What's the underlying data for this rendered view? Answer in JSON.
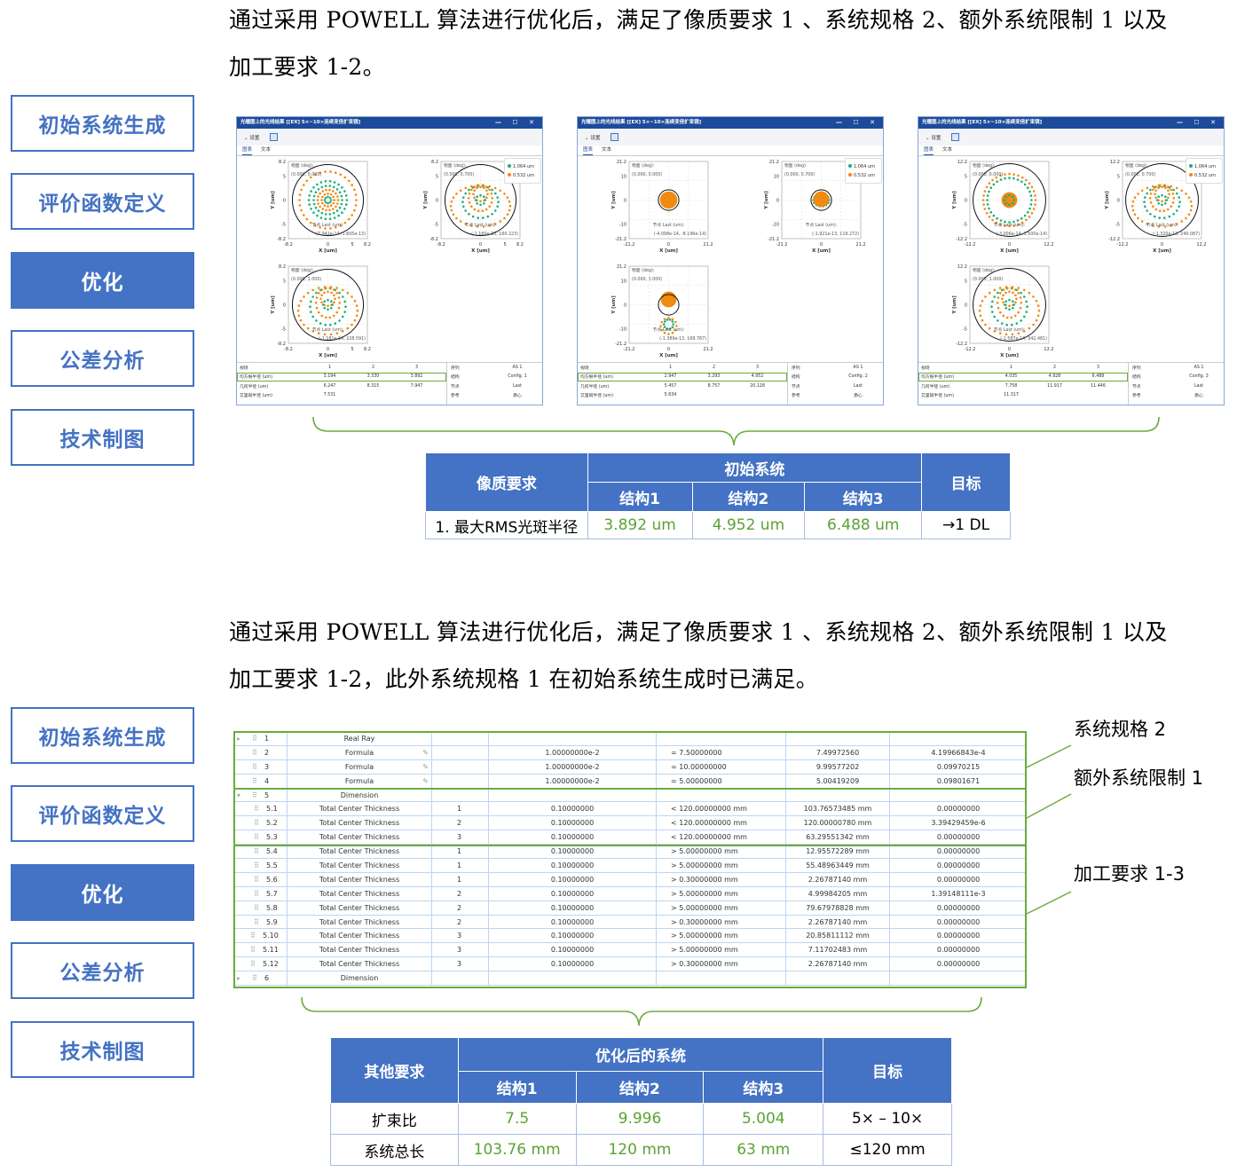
{
  "section1": {
    "para_line1": "通过采用 POWELL 算法进行优化后，满足了像质要求  1  、系统规格  2、额外系统限制 1 以及",
    "para_line2": "加工要求  1-2。"
  },
  "section2": {
    "para_line1": "通过采用 POWELL 算法进行优化后，满足了像质要求  1  、系统规格  2、额外系统限制 1 以及",
    "para_line2": "加工要求  1-2，此外系统规格 1 在初始系统生成时已满足。"
  },
  "nav": {
    "items": [
      "初始系统生成",
      "评价函数定义",
      "优化",
      "公差分析",
      "技术制图"
    ],
    "active": "优化"
  },
  "colors": {
    "accent": "#4472c4",
    "highlight_green": "#6aab3c",
    "value_green": "#5aa333",
    "spot_green": "#1aaf7e",
    "spot_orange": "#f08a10",
    "title_bar": "#1d4b9b"
  },
  "windows": [
    {
      "title": "光瞳图上的光线结果 [[EX] 5×~10×连续变倍扩束镜]",
      "controls": "— ☐ ✕",
      "toolbar_label": "⌄ 设置",
      "tabs": [
        "图表",
        "文本"
      ],
      "y_ticks": [
        "8.2",
        "5",
        "0",
        "-5",
        "-8.2"
      ],
      "x_ticks": [
        "-8.2",
        "0",
        "5",
        "8.2"
      ],
      "x_label": "X [um]",
      "y_label": "Y [um]",
      "legend": [
        "1.064 um",
        "0.532 um"
      ],
      "plots": [
        {
          "field_label": "物面 (deg):",
          "field": "(0.000, 0.000)",
          "node_label": "节点 Last (um):",
          "node": "(7.942e-14, 1.605e-13)"
        },
        {
          "field_label": "物面 (deg):",
          "field": "(0.000, 0.700)",
          "node_label": "节点 Last (um):",
          "node": "(-1.160e-13, 160.223)"
        },
        {
          "field_label": "物面 (deg):",
          "field": "(0.000, 1.000)",
          "node_label": "节点 Last (um):",
          "node": "(-1.182e-14, 228.591)"
        }
      ],
      "table": {
        "header": [
          "视场",
          "1",
          "2",
          "3"
        ],
        "rows": [
          [
            "均方根半径 (um)",
            "3.194",
            "3.330",
            "3.892"
          ],
          [
            "几何半径 (um)",
            "6.247",
            "8.315",
            "7.947"
          ],
          [
            "艾里斑半径 (um)",
            "7.531",
            "",
            ""
          ]
        ]
      },
      "info": [
        [
          "序列",
          "AS 1"
        ],
        [
          "结构",
          "Config. 1"
        ],
        [
          "节点",
          "Last"
        ],
        [
          "参考",
          "质心"
        ]
      ]
    },
    {
      "title": "光瞳图上的光线结果 [[EX] 5×~10×连续变倍扩束镜]",
      "controls": "— ☐ ✕",
      "toolbar_label": "⌄ 设置",
      "tabs": [
        "图表",
        "文本"
      ],
      "y_ticks": [
        "21.2",
        "10",
        "0",
        "-10",
        "-21.2"
      ],
      "x_ticks": [
        "-21.2",
        "0",
        "21.2"
      ],
      "x_label": "X [um]",
      "y_label": "Y [um]",
      "legend": [
        "1.064 um",
        "0.532 um"
      ],
      "plots": [
        {
          "field_label": "物面 (deg):",
          "field": "(0.000, 0.000)",
          "node_label": "节点 Last (um):",
          "node": "(-4.098e-14, -8.196e-14)"
        },
        {
          "field_label": "物面 (deg):",
          "field": "(0.000, 0.700)",
          "node_label": "节点 Last (um):",
          "node": "(-1.921e-13, 119.272)"
        },
        {
          "field_label": "物面 (deg):",
          "field": "(0.000, 1.000)",
          "node_label": "节点 Last (um):",
          "node": "(-1.389e-13, 169.787)"
        }
      ],
      "table": {
        "header": [
          "视场",
          "1",
          "2",
          "3"
        ],
        "rows": [
          [
            "均方根半径 (um)",
            "2.947",
            "3.293",
            "4.952"
          ],
          [
            "几何半径 (um)",
            "5.457",
            "8.757",
            "20.128"
          ],
          [
            "艾里斑半径 (um)",
            "5.634",
            "",
            ""
          ]
        ]
      },
      "info": [
        [
          "序列",
          "AS 1"
        ],
        [
          "结构",
          "Config. 2"
        ],
        [
          "节点",
          "Last"
        ],
        [
          "参考",
          "质心"
        ]
      ]
    },
    {
      "title": "光瞳图上的光线结果 [[EX] 5×~10×连续变倍扩束镜]",
      "controls": "— ☐ ✕",
      "toolbar_label": "⌄ 设置",
      "tabs": [
        "图表",
        "文本"
      ],
      "y_ticks": [
        "12.2",
        "5",
        "0",
        "-5",
        "-12.2"
      ],
      "x_ticks": [
        "-12.2",
        "0",
        "12.2"
      ],
      "x_label": "X [um]",
      "y_label": "Y [um]",
      "legend": [
        "1.064 um",
        "0.532 um"
      ],
      "plots": [
        {
          "field_label": "物面 (deg):",
          "field": "(0.000, 0.000)",
          "node_label": "节点 Last (um):",
          "node": "(-3.006e-14, 3.500e-14)"
        },
        {
          "field_label": "物面 (deg):",
          "field": "(0.000, 0.700)",
          "node_label": "节点 Last (um):",
          "node": "(-1.320e-13, 240.087)"
        },
        {
          "field_label": "物面 (deg):",
          "field": "(0.000, 1.000)",
          "node_label": "节点 Last (um):",
          "node": "(-1.587e-14, 342.481)"
        }
      ],
      "table": {
        "header": [
          "视场",
          "1",
          "2",
          "3"
        ],
        "rows": [
          [
            "均方根半径 (um)",
            "4.035",
            "4.928",
            "6.488"
          ],
          [
            "几何半径 (um)",
            "7.758",
            "11.917",
            "11.446"
          ],
          [
            "艾里斑半径 (um)",
            "11.317",
            "",
            ""
          ]
        ]
      },
      "info": [
        [
          "序列",
          "AS 1"
        ],
        [
          "结构",
          "Config. 3"
        ],
        [
          "节点",
          "Last"
        ],
        [
          "参考",
          "质心"
        ]
      ]
    }
  ],
  "table1": {
    "row_header": "像质要求",
    "group_header": "初始系统",
    "configs": [
      "结构1",
      "结构2",
      "结构3"
    ],
    "target_header": "目标",
    "rows": [
      {
        "label": "1. 最大RMS光斑半径",
        "values": [
          "3.892 um",
          "4.952 um",
          "6.488 um"
        ],
        "target": "→1 DL"
      }
    ]
  },
  "merit": {
    "rows": [
      {
        "expand": "▸",
        "no": "1",
        "type": "Real Ray",
        "edit": false,
        "arg": "",
        "target": "",
        "op": "",
        "value": "",
        "contrib": ""
      },
      {
        "expand": "",
        "no": "2",
        "type": "Formula",
        "edit": true,
        "arg": "",
        "target": "1.00000000e-2",
        "op": "= 7.50000000",
        "value": "7.49972560",
        "contrib": "4.19966843e-4"
      },
      {
        "expand": "",
        "no": "3",
        "type": "Formula",
        "edit": true,
        "arg": "",
        "target": "1.00000000e-2",
        "op": "= 10.00000000",
        "value": "9.99577202",
        "contrib": "0.09970215"
      },
      {
        "expand": "",
        "no": "4",
        "type": "Formula",
        "edit": true,
        "arg": "",
        "target": "1.00000000e-2",
        "op": "= 5.00000000",
        "value": "5.00419209",
        "contrib": "0.09801671"
      },
      {
        "expand": "▾",
        "no": "5",
        "type": "Dimension",
        "edit": false,
        "arg": "",
        "target": "",
        "op": "",
        "value": "",
        "contrib": ""
      },
      {
        "expand": "",
        "no": "5.1",
        "type": "Total Center Thickness",
        "edit": false,
        "arg": "1",
        "target": "0.10000000",
        "op": "< 120.00000000 mm",
        "value": "103.76573485 mm",
        "contrib": "0.00000000"
      },
      {
        "expand": "",
        "no": "5.2",
        "type": "Total Center Thickness",
        "edit": false,
        "arg": "2",
        "target": "0.10000000",
        "op": "< 120.00000000 mm",
        "value": "120.00000780 mm",
        "contrib": "3.39429459e-6"
      },
      {
        "expand": "",
        "no": "5.3",
        "type": "Total Center Thickness",
        "edit": false,
        "arg": "3",
        "target": "0.10000000",
        "op": "< 120.00000000 mm",
        "value": "63.29551342 mm",
        "contrib": "0.00000000"
      },
      {
        "expand": "",
        "no": "5.4",
        "type": "Total Center Thickness",
        "edit": false,
        "arg": "1",
        "target": "0.10000000",
        "op": "> 5.00000000 mm",
        "value": "12.95572289 mm",
        "contrib": "0.00000000"
      },
      {
        "expand": "",
        "no": "5.5",
        "type": "Total Center Thickness",
        "edit": false,
        "arg": "1",
        "target": "0.10000000",
        "op": "> 5.00000000 mm",
        "value": "55.48963449 mm",
        "contrib": "0.00000000"
      },
      {
        "expand": "",
        "no": "5.6",
        "type": "Total Center Thickness",
        "edit": false,
        "arg": "1",
        "target": "0.10000000",
        "op": "> 0.30000000 mm",
        "value": "2.26787140 mm",
        "contrib": "0.00000000"
      },
      {
        "expand": "",
        "no": "5.7",
        "type": "Total Center Thickness",
        "edit": false,
        "arg": "2",
        "target": "0.10000000",
        "op": "> 5.00000000 mm",
        "value": "4.99984205 mm",
        "contrib": "1.39148111e-3"
      },
      {
        "expand": "",
        "no": "5.8",
        "type": "Total Center Thickness",
        "edit": false,
        "arg": "2",
        "target": "0.10000000",
        "op": "> 5.00000000 mm",
        "value": "79.67978828 mm",
        "contrib": "0.00000000"
      },
      {
        "expand": "",
        "no": "5.9",
        "type": "Total Center Thickness",
        "edit": false,
        "arg": "2",
        "target": "0.10000000",
        "op": "> 0.30000000 mm",
        "value": "2.26787140 mm",
        "contrib": "0.00000000"
      },
      {
        "expand": "",
        "no": "5.10",
        "type": "Total Center Thickness",
        "edit": false,
        "arg": "3",
        "target": "0.10000000",
        "op": "> 5.00000000 mm",
        "value": "20.85811112 mm",
        "contrib": "0.00000000"
      },
      {
        "expand": "",
        "no": "5.11",
        "type": "Total Center Thickness",
        "edit": false,
        "arg": "3",
        "target": "0.10000000",
        "op": "> 5.00000000 mm",
        "value": "7.11702483 mm",
        "contrib": "0.00000000"
      },
      {
        "expand": "",
        "no": "5.12",
        "type": "Total Center Thickness",
        "edit": false,
        "arg": "3",
        "target": "0.10000000",
        "op": "> 0.30000000 mm",
        "value": "2.26787140 mm",
        "contrib": "0.00000000"
      },
      {
        "expand": "▸",
        "no": "6",
        "type": "Dimension",
        "edit": false,
        "arg": "",
        "target": "",
        "op": "",
        "value": "",
        "contrib": ""
      }
    ],
    "annotations": [
      "系统规格 2",
      "额外系统限制 1",
      "加工要求 1-3"
    ]
  },
  "table2": {
    "row_header": "其他要求",
    "group_header": "优化后的系统",
    "configs": [
      "结构1",
      "结构2",
      "结构3"
    ],
    "target_header": "目标",
    "rows": [
      {
        "label": "扩束比",
        "values": [
          "7.5",
          "9.996",
          "5.004"
        ],
        "target": "5× – 10×"
      },
      {
        "label": "系统总长",
        "values": [
          "103.76 mm",
          "120 mm",
          "63 mm"
        ],
        "target": "≤120 mm"
      }
    ]
  }
}
